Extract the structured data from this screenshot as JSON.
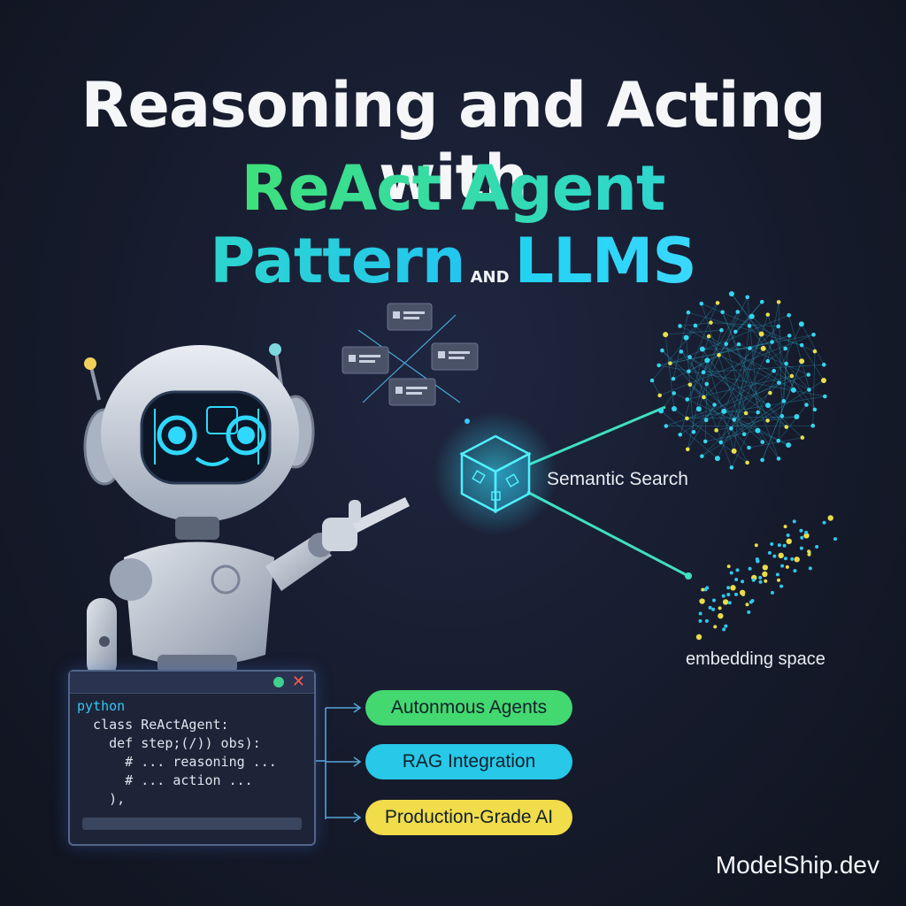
{
  "title": {
    "line1": "Reasoning and Acting with",
    "line2_main": "ReAct Agent Pattern",
    "line2_and": "AND",
    "line2_end": "LLMS"
  },
  "labels": {
    "semantic_search": "Semantic Search",
    "embedding_space": "embedding space"
  },
  "code_window": {
    "lang": "python",
    "lines": [
      "  class ReActAgent:",
      "    def step;(/)) obs):",
      "      # ... reasoning ...",
      "      # ... action ...",
      "    ),"
    ]
  },
  "pills": {
    "agents": "Autonmous Agents",
    "rag": "RAG Integration",
    "production": "Production-Grade AI"
  },
  "brand": "ModelShip.dev",
  "colors": {
    "green": "#43d970",
    "cyan": "#27c8e8",
    "yellow": "#f1dc4a",
    "background": "#161b2c"
  },
  "icons": [
    "robot-icon",
    "cube-icon",
    "card-icon",
    "close-icon"
  ]
}
